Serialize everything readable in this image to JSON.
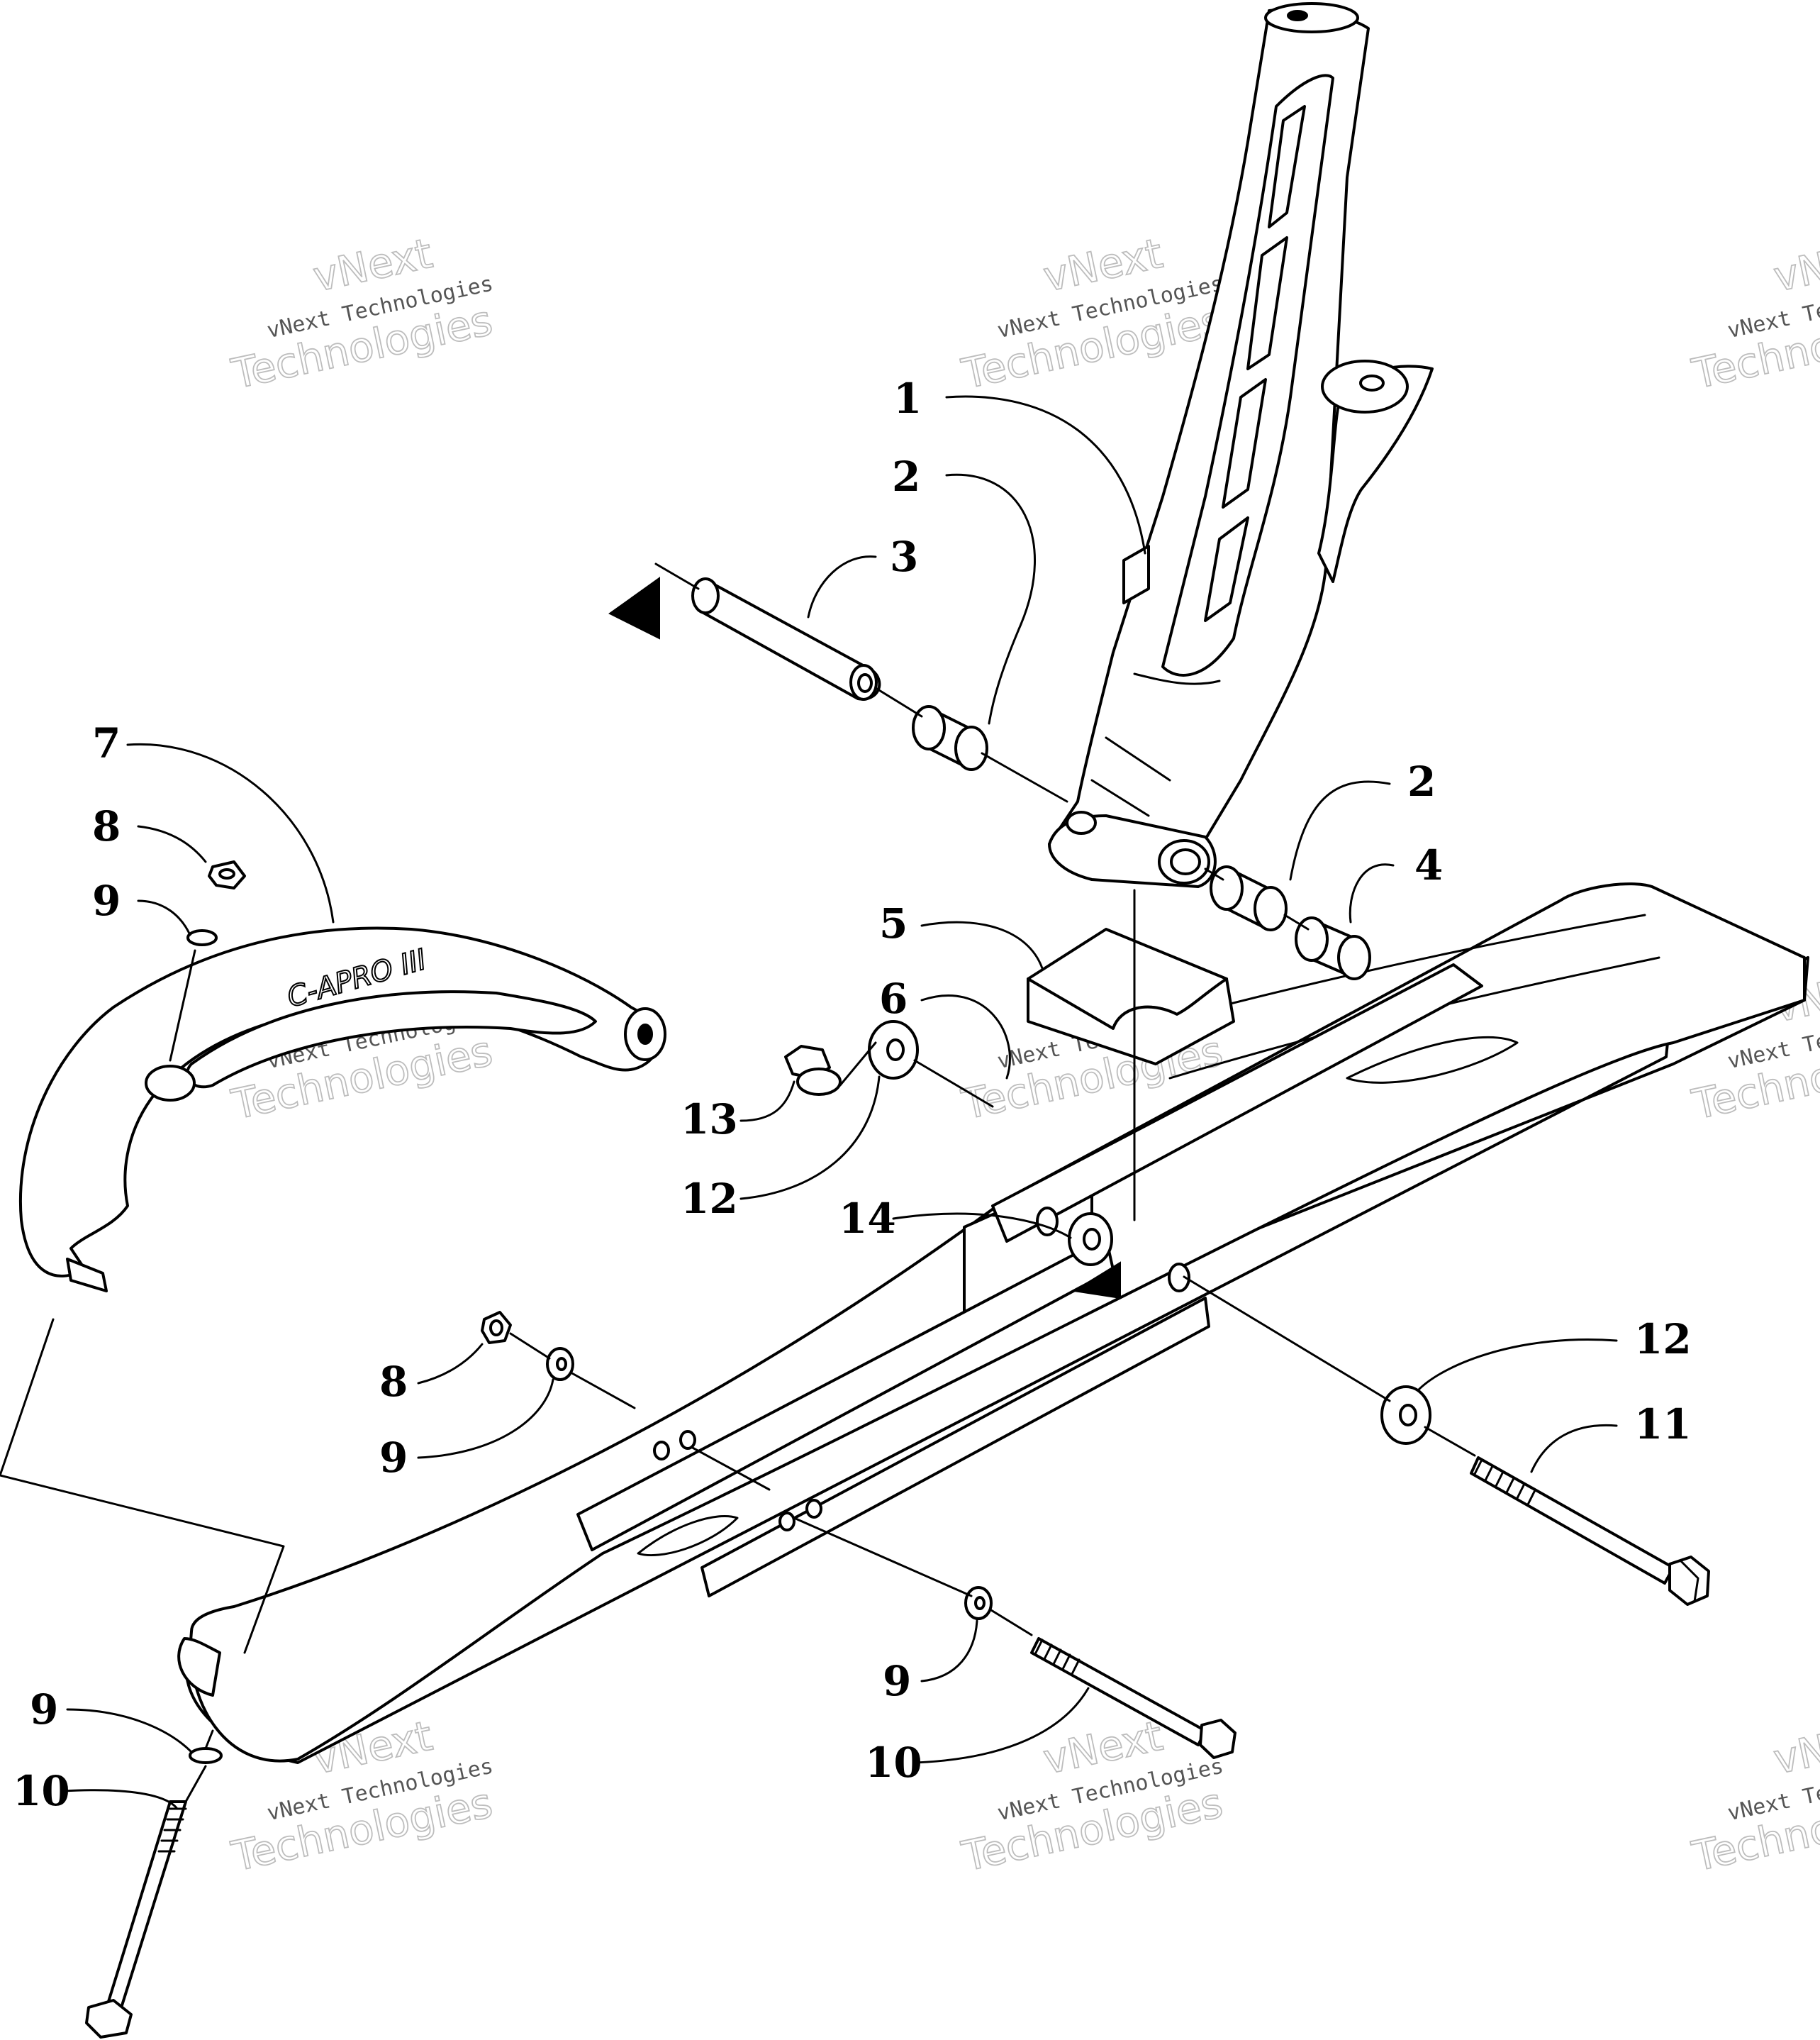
{
  "callouts": [
    {
      "id": "c1",
      "label": "1"
    },
    {
      "id": "c2a",
      "label": "2"
    },
    {
      "id": "c3",
      "label": "3"
    },
    {
      "id": "c2b",
      "label": "2"
    },
    {
      "id": "c4",
      "label": "4"
    },
    {
      "id": "c5",
      "label": "5"
    },
    {
      "id": "c6",
      "label": "6"
    },
    {
      "id": "c7",
      "label": "7"
    },
    {
      "id": "c8a",
      "label": "8"
    },
    {
      "id": "c9a",
      "label": "9"
    },
    {
      "id": "c13",
      "label": "13"
    },
    {
      "id": "c12a",
      "label": "12"
    },
    {
      "id": "c14",
      "label": "14"
    },
    {
      "id": "c8b",
      "label": "8"
    },
    {
      "id": "c9b",
      "label": "9"
    },
    {
      "id": "c12b",
      "label": "12"
    },
    {
      "id": "c11",
      "label": "11"
    },
    {
      "id": "c9c",
      "label": "9"
    },
    {
      "id": "c10a",
      "label": "10"
    },
    {
      "id": "c9d",
      "label": "9"
    },
    {
      "id": "c10b",
      "label": "10"
    }
  ],
  "watermark": {
    "line1": "vNext",
    "line2": "vNext Technologies",
    "line3": "Technologies"
  },
  "handle_logo": "C-APRO III"
}
